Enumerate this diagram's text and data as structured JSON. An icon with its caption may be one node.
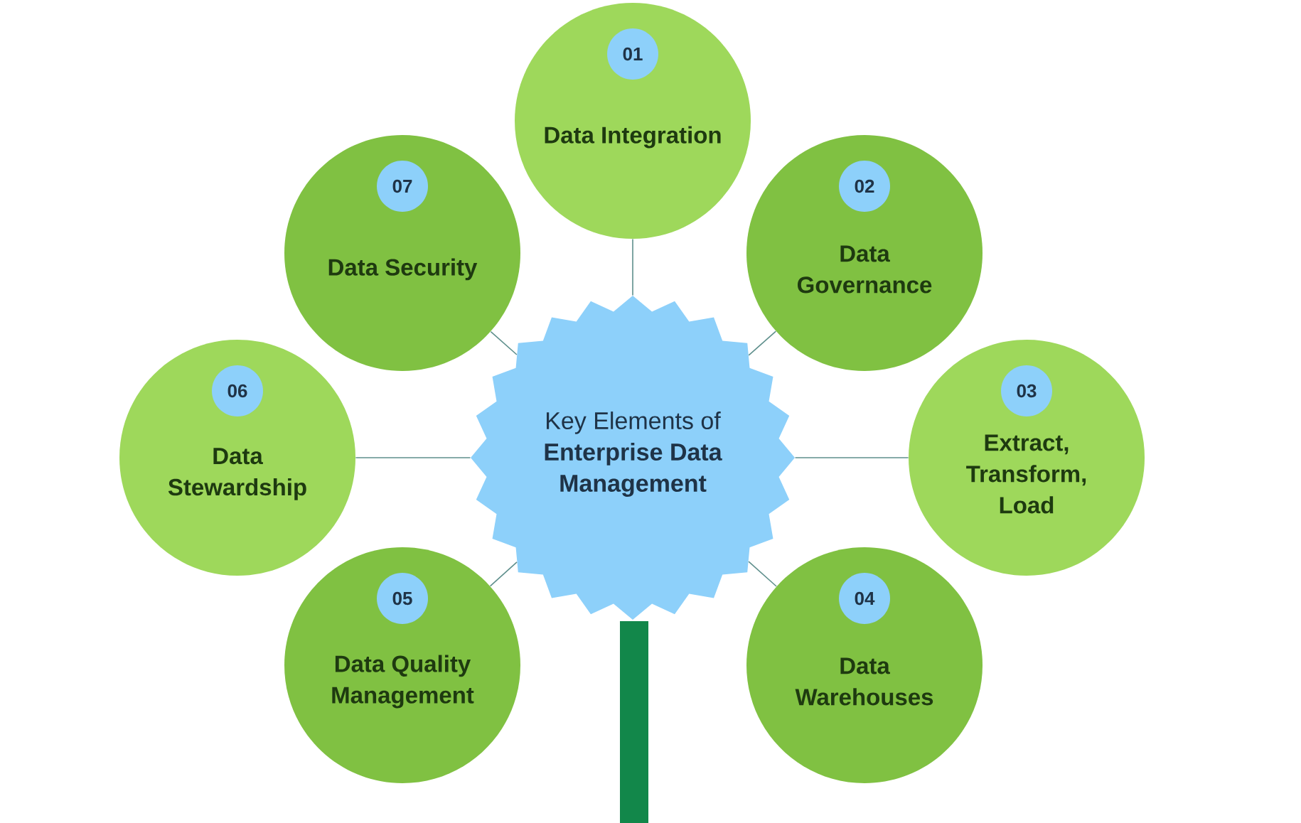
{
  "diagram": {
    "nodes": [
      {
        "text": [
          "Key Elements of",
          "Enterprise Data Management"
        ]
      },
      {
        "text": [
          "Data Integration"
        ]
      },
      {
        "text": [
          "01"
        ],
        "in": 1
      },
      {
        "text": [
          "Data Governance"
        ]
      },
      {
        "text": [
          "02"
        ],
        "in": 3
      },
      {
        "text": [
          "Extract, Transform, Load"
        ]
      },
      {
        "text": [
          "03"
        ],
        "in": 5
      },
      {
        "text": [
          "Data Warehouses"
        ]
      },
      {
        "text": [
          "04"
        ],
        "in": 7
      },
      {
        "text": [
          "Data Quality Management"
        ]
      },
      {
        "text": [
          "05"
        ],
        "in": 9
      },
      {
        "text": [
          "Data Stewardship"
        ]
      },
      {
        "text": [
          "06"
        ],
        "in": 11
      },
      {
        "text": [
          "Data Security"
        ]
      },
      {
        "text": [
          "07"
        ],
        "in": 13
      },
      {
        "text": [],
        "shape": "bar"
      }
    ],
    "edges": [
      {
        "from": 0,
        "to": 1,
        "arrow": "none"
      },
      {
        "from": 0,
        "to": 3,
        "arrow": "none"
      },
      {
        "from": 0,
        "to": 5,
        "arrow": "none"
      },
      {
        "from": 0,
        "to": 7,
        "arrow": "none"
      },
      {
        "from": 0,
        "to": 9,
        "arrow": "none"
      },
      {
        "from": 0,
        "to": 11,
        "arrow": "none"
      },
      {
        "from": 0,
        "to": 13,
        "arrow": "none"
      }
    ]
  }
}
